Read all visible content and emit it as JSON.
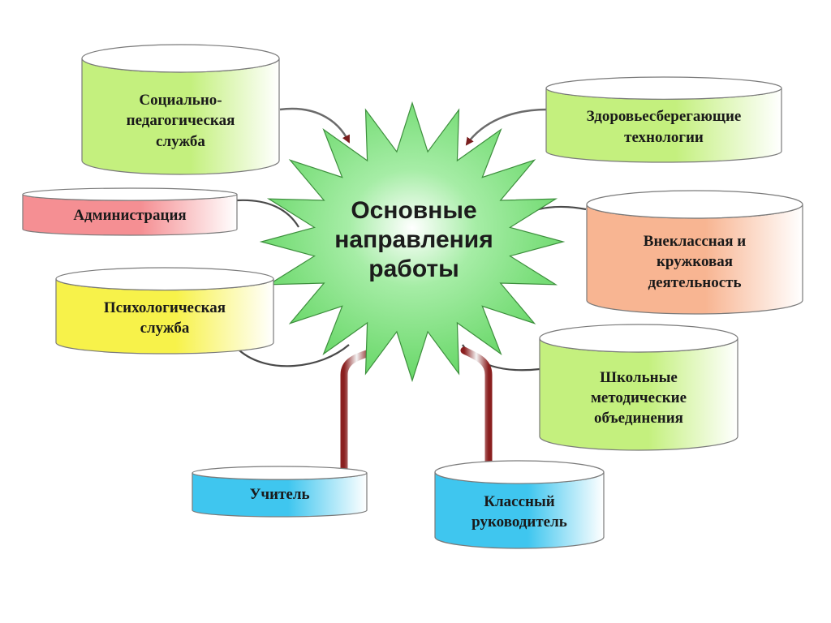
{
  "center": {
    "label": "Основные\nнаправления\nработы",
    "color": "#5fd45f"
  },
  "nodes": [
    {
      "id": "social-pedagogical-service",
      "label": "Социально-\nпедагогическая\nслужба",
      "color": "#c4f07e"
    },
    {
      "id": "administration",
      "label": "Администрация",
      "color": "#f58f93"
    },
    {
      "id": "psychological-service",
      "label": "Психологическая\nслужба",
      "color": "#f7f24a"
    },
    {
      "id": "teacher",
      "label": "Учитель",
      "color": "#3fc6ef"
    },
    {
      "id": "class-teacher",
      "label": "Классный\nруководитель",
      "color": "#3fc6ef"
    },
    {
      "id": "school-methodical-associations",
      "label": "Школьные\nметодические\nобъединения",
      "color": "#c4f07e"
    },
    {
      "id": "extracurricular-activity",
      "label": "Внеклассная и\nкружковая\nдеятельность",
      "color": "#f8b592"
    },
    {
      "id": "health-saving-technologies",
      "label": "Здоровьесберегающие\nтехнологии",
      "color": "#c4f07e"
    }
  ]
}
